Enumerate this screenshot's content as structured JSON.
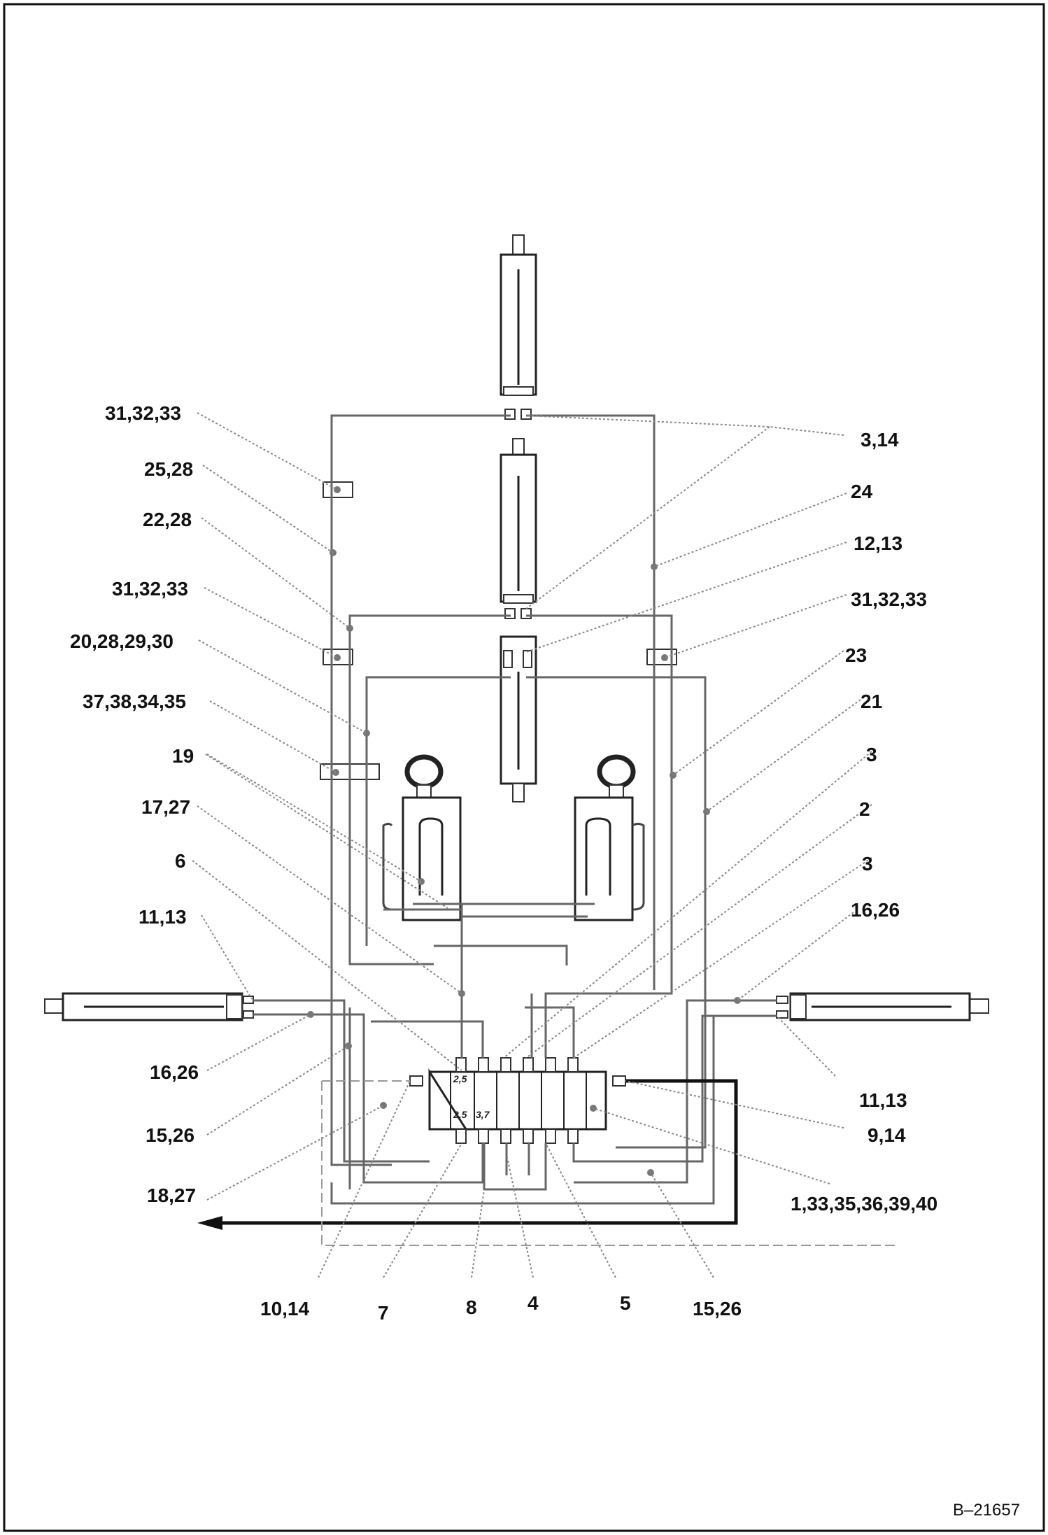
{
  "callouts": [
    {
      "id": "c01",
      "text": "31,32,33"
    },
    {
      "id": "c02",
      "text": "25,28"
    },
    {
      "id": "c03",
      "text": "22,28"
    },
    {
      "id": "c04",
      "text": "31,32,33"
    },
    {
      "id": "c05",
      "text": "20,28,29,30"
    },
    {
      "id": "c06",
      "text": "37,38,34,35"
    },
    {
      "id": "c07",
      "text": "19"
    },
    {
      "id": "c08",
      "text": "17,27"
    },
    {
      "id": "c09",
      "text": "6"
    },
    {
      "id": "c10",
      "text": "11,13"
    },
    {
      "id": "c11",
      "text": "16,26"
    },
    {
      "id": "c12",
      "text": "15,26"
    },
    {
      "id": "c13",
      "text": "18,27"
    },
    {
      "id": "c14",
      "text": "3,14"
    },
    {
      "id": "c15",
      "text": "24"
    },
    {
      "id": "c16",
      "text": "12,13"
    },
    {
      "id": "c17",
      "text": "31,32,33"
    },
    {
      "id": "c18",
      "text": "23"
    },
    {
      "id": "c19",
      "text": "21"
    },
    {
      "id": "c20",
      "text": "3"
    },
    {
      "id": "c21",
      "text": "2"
    },
    {
      "id": "c22",
      "text": "3"
    },
    {
      "id": "c23",
      "text": "16,26"
    },
    {
      "id": "c24",
      "text": "11,13"
    },
    {
      "id": "c25",
      "text": "9,14"
    },
    {
      "id": "c26",
      "text": "1,33,35,36,39,40"
    },
    {
      "id": "c27",
      "text": "10,14"
    },
    {
      "id": "c28",
      "text": "7"
    },
    {
      "id": "c29",
      "text": "8"
    },
    {
      "id": "c30",
      "text": "4"
    },
    {
      "id": "c31",
      "text": "5"
    },
    {
      "id": "c32",
      "text": "15,26"
    }
  ],
  "valve_marks": {
    "top_left": "2,5",
    "bottom_left": "2,5",
    "bottom_right": "3,7"
  },
  "reference": "B–21657"
}
